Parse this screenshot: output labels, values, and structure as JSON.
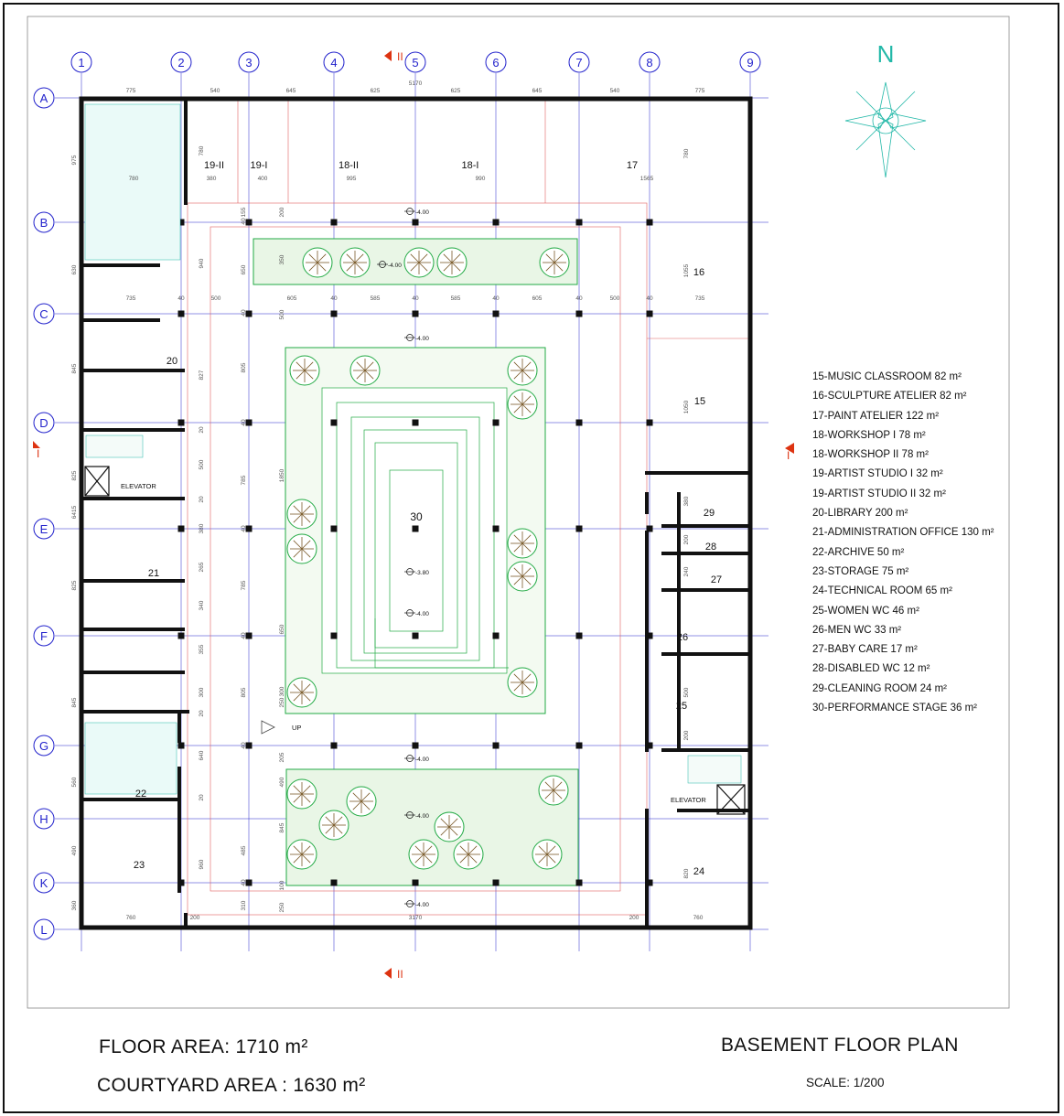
{
  "north_label": "N",
  "section_marker_label": "II",
  "section_marker_side_label": "I",
  "axes": {
    "columns": [
      "1",
      "2",
      "3",
      "4",
      "5",
      "6",
      "7",
      "8",
      "9"
    ],
    "rows": [
      "A",
      "B",
      "C",
      "D",
      "E",
      "F",
      "G",
      "H",
      "K",
      "L"
    ]
  },
  "dims": {
    "top_total": "5170",
    "top": [
      "775",
      "540",
      "645",
      "625",
      "625",
      "645",
      "540",
      "775"
    ],
    "row_c": [
      "735",
      "500",
      "40",
      "605",
      "40",
      "585",
      "40",
      "585",
      "40",
      "605",
      "40",
      "500",
      "40",
      "735"
    ],
    "bottom": [
      "760",
      "200",
      "3170",
      "200",
      "760"
    ],
    "room_widths": [
      "780",
      "380",
      "400",
      "995",
      "990",
      "1565"
    ],
    "left_outer": [
      "975",
      "630",
      "845",
      "825",
      "6415",
      "825",
      "845",
      "560",
      "490",
      "360"
    ],
    "left_inner": [
      "780",
      "940",
      "827",
      "20",
      "500",
      "20",
      "380",
      "265",
      "340",
      "355",
      "300",
      "20",
      "640",
      "20",
      "960"
    ],
    "middle_col": [
      "155",
      "40",
      "650",
      "40",
      "805",
      "40",
      "785",
      "40",
      "785",
      "40",
      "805",
      "40",
      "485",
      "40",
      "310"
    ],
    "courtyard": [
      "200",
      "350",
      "500",
      "1850",
      "650",
      "300",
      "250",
      "205",
      "100",
      "250",
      "845",
      "490"
    ],
    "right": [
      "780",
      "1055",
      "1050",
      "380",
      "200",
      "240",
      "500",
      "200",
      "820"
    ]
  },
  "levels": [
    "-4.00",
    "-4.00",
    "-4.00",
    "-3.80",
    "-4.00",
    "-4.00",
    "-4.00",
    "-4.00",
    "-4.00"
  ],
  "plan_labels": {
    "up": "UP",
    "elevator": "ELEVATOR",
    "rooms": [
      "19-II",
      "19-I",
      "18-II",
      "18-I",
      "17",
      "16",
      "15",
      "20",
      "21",
      "22",
      "23",
      "24",
      "25",
      "26",
      "27",
      "28",
      "29",
      "30"
    ]
  },
  "legend": [
    "15-MUSIC CLASSROOM 82 m²",
    "16-SCULPTURE ATELIER 82  m²",
    "17-PAINT ATELIER 122 m²",
    "18-WORKSHOP I 78 m²",
    "18-WORKSHOP II 78 m²",
    "19-ARTIST STUDIO I 32 m²",
    "19-ARTIST STUDIO II 32 m²",
    "20-LIBRARY 200 m²",
    "21-ADMINISTRATION OFFICE 130 m²",
    "22-ARCHIVE 50 m²",
    "23-STORAGE 75  m²",
    "24-TECHNICAL ROOM 65  m²",
    "25-WOMEN WC 46 m²",
    "26-MEN WC 33  m²",
    "27-BABY CARE 17 m²",
    "28-DISABLED WC 12 m²",
    "29-CLEANING ROOM 24 m²",
    "30-PERFORMANCE STAGE 36 m²"
  ],
  "footer": {
    "floor_area": "FLOOR AREA: 1710 m²",
    "courtyard_area": "COURTYARD AREA : 1630 m²",
    "title": "BASEMENT FLOOR PLAN",
    "scale": "SCALE: 1/200"
  },
  "colors": {
    "wall": "#111111",
    "axis": "#2222cc",
    "guide": "#e06060",
    "landscape": "#22aa44",
    "compass": "#22b8a8",
    "section_marker": "#dd3311"
  }
}
